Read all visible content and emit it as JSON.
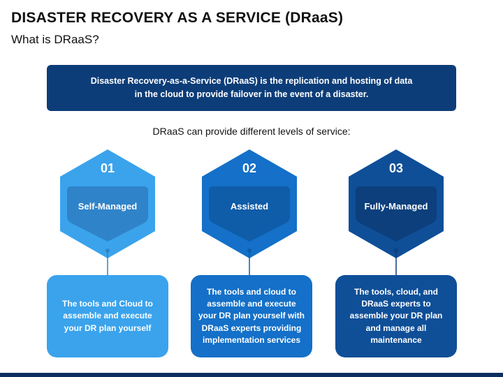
{
  "header": {
    "title": "DISASTER RECOVERY AS A SERVICE (DRaaS)",
    "subtitle": "What is DRaaS?"
  },
  "definition": {
    "text": "Disaster Recovery-as-a-Service (DRaaS) is the replication and hosting of data in the cloud to provide failover in the event of a disaster."
  },
  "levels_intro": "DRaaS can provide different levels of service:",
  "levels": [
    {
      "number": "01",
      "label": "Self-Managed",
      "description": "The tools and Cloud to assemble and execute your DR plan yourself",
      "colors": {
        "hex": "#3aa3ec",
        "inner": "#2f83c9",
        "box": "#3aa3ec",
        "connector": "#2f83c9"
      }
    },
    {
      "number": "02",
      "label": "Assisted",
      "description": "The tools and cloud to assemble and execute your DR plan yourself with DRaaS experts providing implementation services",
      "colors": {
        "hex": "#1470c8",
        "inner": "#0f5ca8",
        "box": "#1470c8",
        "connector": "#0f5ca8"
      }
    },
    {
      "number": "03",
      "label": "Fully-Managed",
      "description": "The tools, cloud, and DRaaS experts to assemble your DR plan and manage all maintenance",
      "colors": {
        "hex": "#0f4f98",
        "inner": "#0c3f7c",
        "box": "#0f4f98",
        "connector": "#0c3f7c"
      }
    }
  ]
}
